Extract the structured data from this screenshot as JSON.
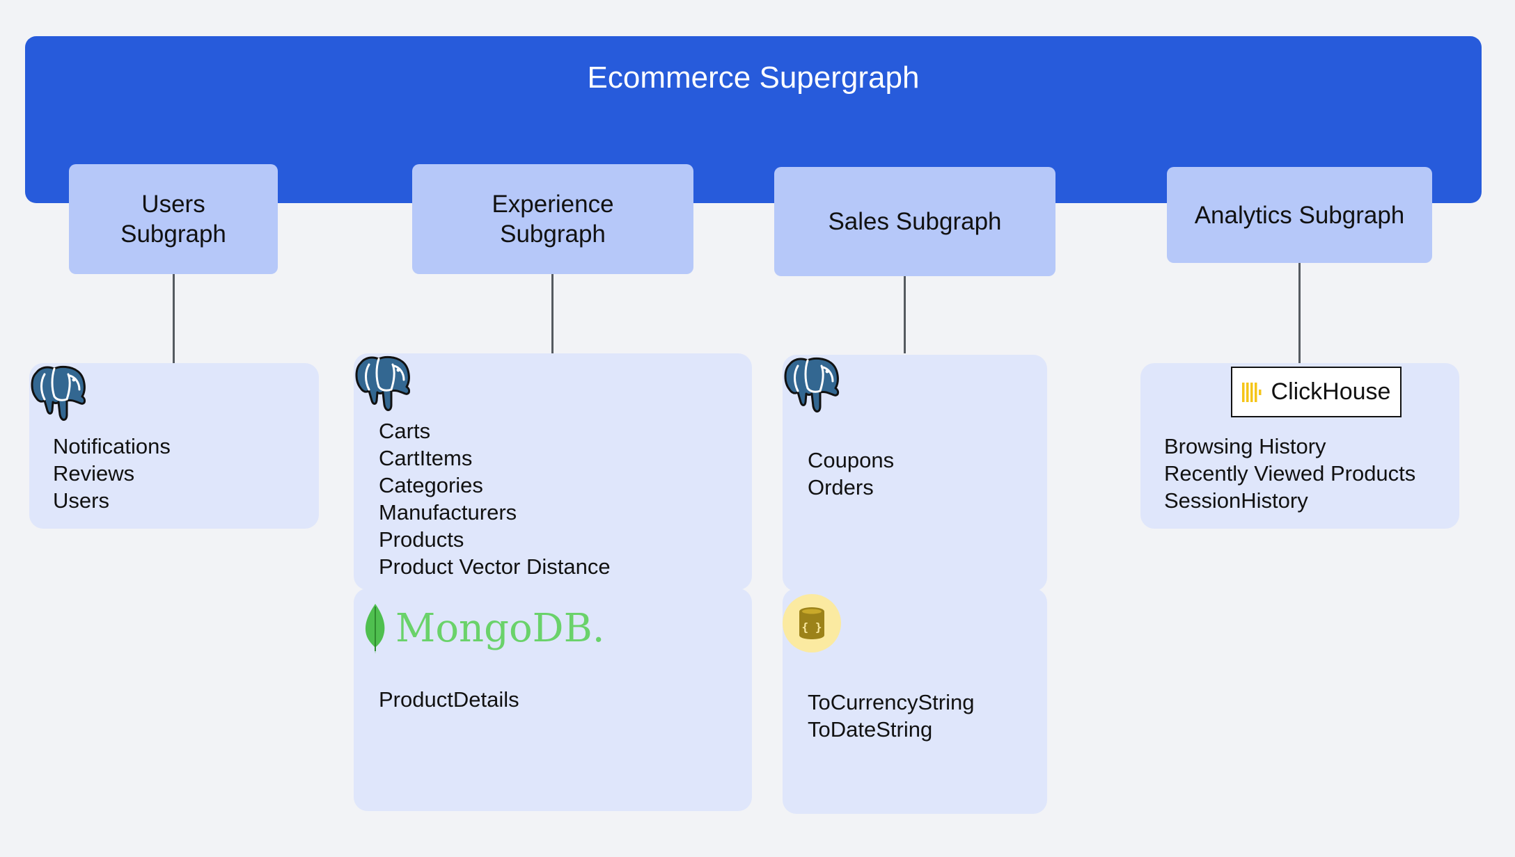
{
  "title": "Ecommerce Supergraph",
  "subgraphs": {
    "users": {
      "line1": "Users",
      "line2": "Subgraph"
    },
    "experience": {
      "line1": "Experience",
      "line2": "Subgraph"
    },
    "sales": {
      "label": "Sales Subgraph"
    },
    "analytics": {
      "label": "Analytics Subgraph"
    }
  },
  "stores": {
    "users_postgres": {
      "icon": "postgresql-elephant-icon",
      "items": [
        "Notifications",
        "Reviews",
        "Users"
      ]
    },
    "experience_postgres": {
      "icon": "postgresql-elephant-icon",
      "items": [
        "Carts",
        "CartItems",
        "Categories",
        "Manufacturers",
        "Products",
        "Product Vector Distance"
      ]
    },
    "experience_mongodb": {
      "icon": "mongodb-leaf-icon",
      "logo_text": "MongoDB.",
      "items": [
        "ProductDetails"
      ]
    },
    "sales_postgres": {
      "icon": "postgresql-elephant-icon",
      "items": [
        "Coupons",
        "Orders"
      ]
    },
    "sales_functions": {
      "icon": "json-database-icon",
      "items": [
        "ToCurrencyString",
        "ToDateString"
      ]
    },
    "analytics_clickhouse": {
      "icon": "clickhouse-bars-icon",
      "logo_text": "ClickHouse",
      "items": [
        "Browsing History",
        "Recently Viewed Products",
        "SessionHistory"
      ]
    }
  },
  "colors": {
    "supergraph": "#275bdb",
    "subgraph": "#b6c8f9",
    "store": "#dfe6fb",
    "background": "#f2f3f6",
    "postgres_blue": "#336791",
    "mongodb_green": "#6ad26a",
    "clickhouse_yellow": "#f5c518",
    "function_badge": "#fbeaa1"
  }
}
